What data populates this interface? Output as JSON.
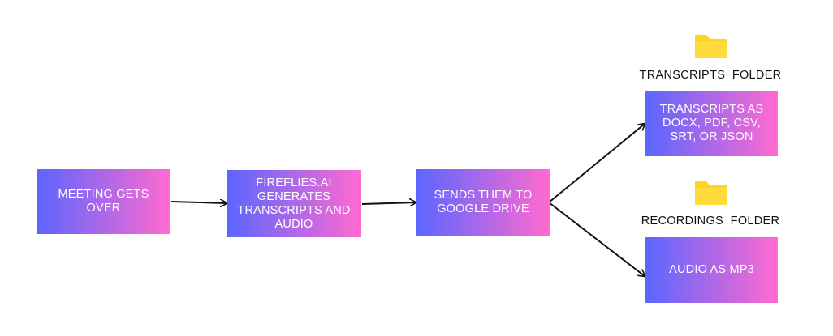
{
  "colors": {
    "gradient_start": "#5b66ff",
    "gradient_end": "#ff6ad0",
    "arrow": "#111111",
    "folder": "#ffd31f"
  },
  "nodes": {
    "meeting": {
      "label": "MEETING GETS OVER"
    },
    "fireflies": {
      "label": "FIREFLIES.AI\nGENERATES\nTRANSCRIPTS AND\nAUDIO"
    },
    "sends": {
      "label": "SENDS THEM TO\nGOOGLE DRIVE"
    },
    "transcripts": {
      "label": "TRANSCRIPTS AS\nDOCX, PDF, CSV,\nSRT, OR JSON"
    },
    "audio": {
      "label": "AUDIO AS MP3"
    }
  },
  "folders": {
    "transcripts": {
      "label": "TRANSCRIPTS  FOLDER",
      "icon": "folder-icon"
    },
    "recordings": {
      "label": "RECORDINGS  FOLDER",
      "icon": "folder-icon"
    }
  }
}
